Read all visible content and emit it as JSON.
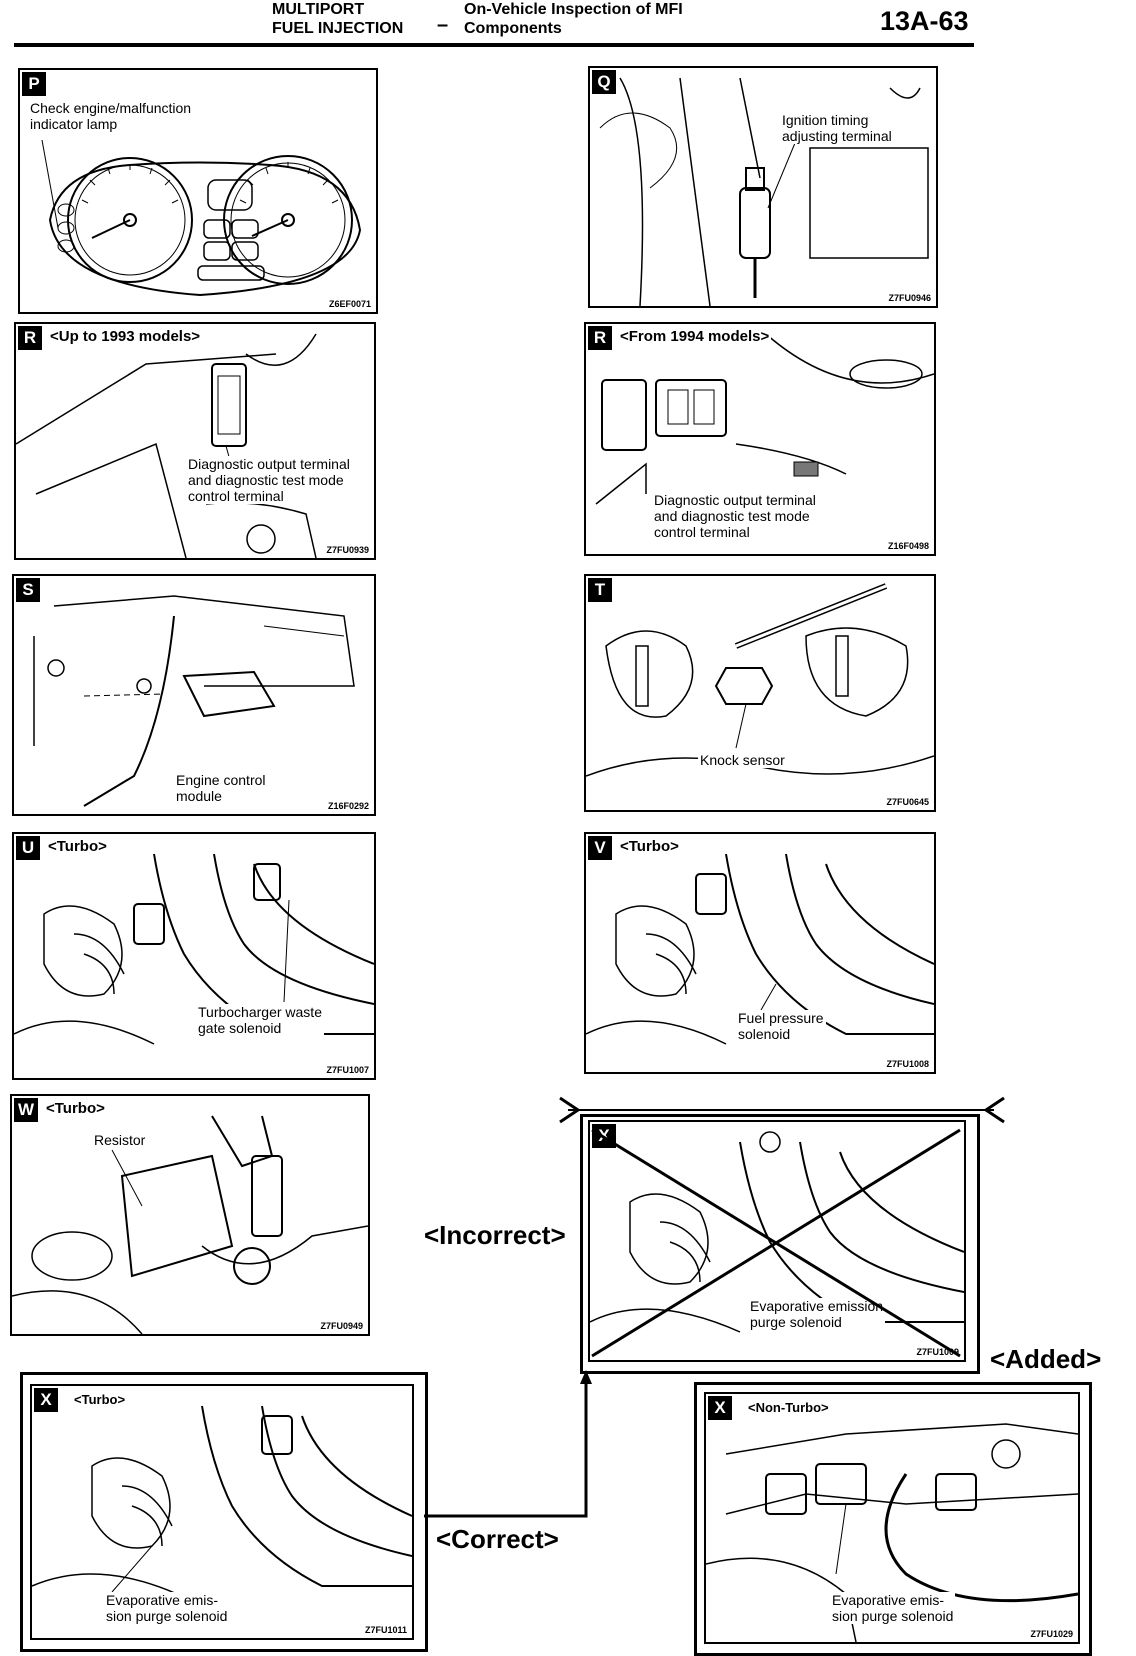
{
  "header": {
    "section_line1": "MULTIPORT",
    "section_line2": "FUEL INJECTION",
    "separator": "–",
    "topic_line1": "On-Vehicle Inspection of MFI",
    "topic_line2": "Components",
    "page_number": "13A-63"
  },
  "panels": {
    "p": {
      "tag": "P",
      "label_line1": "Check engine/malfunction",
      "label_line2": "indicator lamp",
      "code": "Z6EF0071"
    },
    "q": {
      "tag": "Q",
      "label_line1": "Ignition timing",
      "label_line2": "adjusting terminal",
      "code": "Z7FU0946"
    },
    "r1": {
      "tag": "R",
      "subtitle": "<Up to 1993 models>",
      "label_line1": "Diagnostic output terminal",
      "label_line2": "and diagnostic test mode",
      "label_line3": "control terminal",
      "code": "Z7FU0939"
    },
    "r2": {
      "tag": "R",
      "subtitle": "<From 1994 models>",
      "label_line1": "Diagnostic output terminal",
      "label_line2": "and diagnostic test mode",
      "label_line3": "control terminal",
      "code": "Z16F0498"
    },
    "s": {
      "tag": "S",
      "label_line1": "Engine control",
      "label_line2": "module",
      "code": "Z16F0292"
    },
    "t": {
      "tag": "T",
      "label_line1": "Knock sensor",
      "code": "Z7FU0645"
    },
    "u": {
      "tag": "U",
      "subtitle": "<Turbo>",
      "label_line1": "Turbocharger waste",
      "label_line2": "gate solenoid",
      "code": "Z7FU1007"
    },
    "v": {
      "tag": "V",
      "subtitle": "<Turbo>",
      "label_line1": "Fuel pressure",
      "label_line2": "solenoid",
      "code": "Z7FU1008"
    },
    "w": {
      "tag": "W",
      "subtitle": "<Turbo>",
      "label_line1": "Resistor",
      "code": "Z7FU0949"
    },
    "x_incorrect": {
      "tag": "X",
      "label_line1": "Evaporative emission",
      "label_line2": "purge solenoid",
      "code": "Z7FU1009"
    },
    "x_turbo": {
      "tag": "X",
      "subtitle": "<Turbo>",
      "label_line1": "Evaporative emis-",
      "label_line2": "sion purge solenoid",
      "code": "Z7FU1011"
    },
    "x_nonturbo": {
      "tag": "X",
      "subtitle": "<Non-Turbo>",
      "label_line1": "Evaporative emis-",
      "label_line2": "sion purge solenoid",
      "code": "Z7FU1029"
    }
  },
  "annotations": {
    "incorrect": "<Incorrect>",
    "correct": "<Correct>",
    "added": "<Added>"
  }
}
